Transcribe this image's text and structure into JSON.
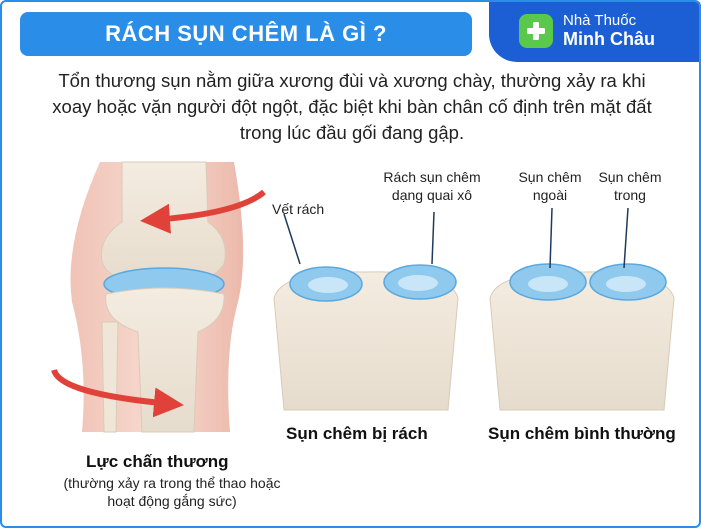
{
  "header": {
    "title": "RÁCH SỤN CHÊM LÀ GÌ ?",
    "brand_line1": "Nhà Thuốc",
    "brand_line2": "Minh Châu"
  },
  "description": "Tổn thương sụn nằm giữa xương đùi và xương chày, thường xảy ra khi xoay hoặc vặn người đột ngột, đặc biệt khi bàn chân cố định trên mặt đất trong lúc đầu gối đang gập.",
  "left_panel": {
    "caption": "Lực chấn thương",
    "subcaption": "(thường xảy ra trong thể thao hoặc hoạt động gắng sức)"
  },
  "middle_panel": {
    "label_tear": "Vết rách",
    "label_bucket": "Rách sụn chêm dạng quai xô",
    "caption": "Sụn chêm bị rách"
  },
  "right_panel": {
    "label_outer": "Sụn chêm ngoài",
    "label_inner": "Sụn chêm trong",
    "caption": "Sụn chêm bình thường"
  },
  "colors": {
    "brand_blue": "#2a8ee8",
    "brand_dark": "#1c5fd4",
    "cross_green": "#5ac84a",
    "arrow_red": "#e0423a",
    "meniscus_blue": "#8fc9ee"
  }
}
